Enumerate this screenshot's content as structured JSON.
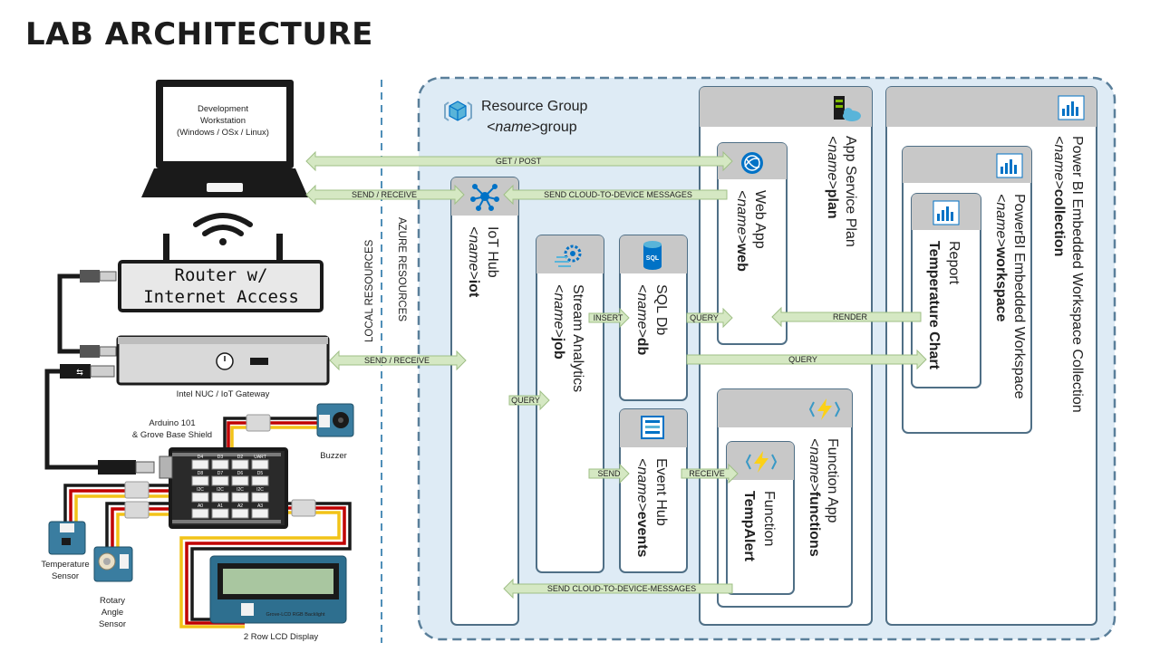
{
  "title": "LAB ARCHITECTURE",
  "local": {
    "laptop_lines": [
      "Development",
      "Workstation",
      "(Windows / OSx / Linux)"
    ],
    "router_lines": [
      "Router w/",
      "Internet Access"
    ],
    "nuc_label": "Intel NUC / IoT Gateway",
    "arduino_lines": [
      "Arduino 101",
      "& Grove Base Shield"
    ],
    "buzzer": "Buzzer",
    "temp_lines": [
      "Temperature",
      "Sensor"
    ],
    "rotary_lines": [
      "Rotary",
      "Angle",
      "Sensor"
    ],
    "lcd_label": "2 Row LCD Display",
    "lcd_inner": "Grove-LCD RGB Backlight",
    "shield_ports": [
      "D4",
      "D3",
      "D2",
      "UART",
      "D8",
      "D7",
      "D6",
      "D5",
      "I2C",
      "I2C",
      "I2C",
      "I2C",
      "A0",
      "A1",
      "A2",
      "A3"
    ]
  },
  "divider": {
    "left": "LOCAL RESOURCES",
    "right": "AZURE RESOURCES"
  },
  "resource_group": {
    "title": "Resource Group",
    "prefix": "<name>",
    "suffix": "group"
  },
  "services": {
    "iot_hub": {
      "name": "IoT Hub",
      "suffix": "iot"
    },
    "stream": {
      "name": "Stream Analytics",
      "suffix": "job"
    },
    "sql": {
      "name": "SQL Db",
      "suffix": "db",
      "badge": "SQL"
    },
    "event_hub": {
      "name": "Event Hub",
      "suffix": "events"
    },
    "app_plan": {
      "name": "App Service Plan",
      "suffix": "plan"
    },
    "web_app": {
      "name": "Web App",
      "suffix": "web"
    },
    "function_app": {
      "name": "Function App",
      "suffix": "functions"
    },
    "function": {
      "name": "Function",
      "sub": "TempAlert"
    },
    "pbi_collection": {
      "name": "Power BI Embedded Workspace Collection",
      "suffix": "collection"
    },
    "pbi_workspace": {
      "name": "PowerBI Embedded Workspace",
      "suffix": "workspace"
    },
    "report": {
      "name": "Report",
      "sub": "Temperature Chart"
    }
  },
  "name_prefix": "<name>",
  "arrows": {
    "get_post": "GET / POST",
    "send_receive": "SEND / RECEIVE",
    "c2d": "SEND CLOUD-TO-DEVICE MESSAGES",
    "c2d_bottom": "SEND CLOUD-TO-DEVICE-MESSAGES",
    "insert": "INSERT",
    "query": "QUERY",
    "render": "RENDER",
    "send": "SEND",
    "receive": "RECEIVE"
  },
  "colors": {
    "arrow_fill": "#d5e8c3",
    "arrow_stroke": "#9fbf86",
    "rg_fill": "#deebf5",
    "rg_border": "#5a7f9a",
    "service_border": "#4f6f86",
    "header_grey": "#c8c8c8",
    "azure_blue": "#0072c6",
    "wire_red": "#c00000",
    "wire_yellow": "#f2c318"
  }
}
